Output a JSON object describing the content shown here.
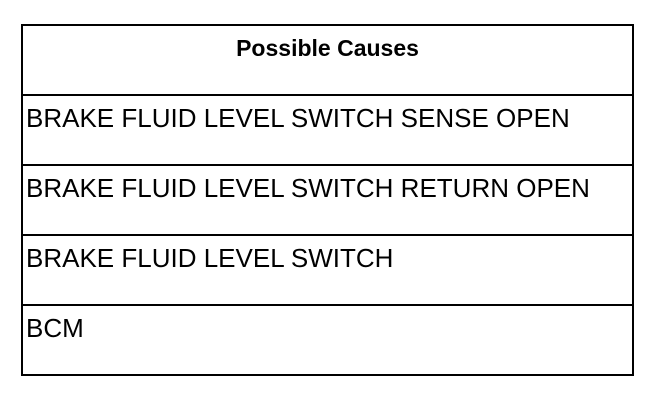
{
  "table": {
    "header": "Possible Causes",
    "rows": [
      "BRAKE FLUID LEVEL SWITCH SENSE OPEN",
      "BRAKE FLUID LEVEL SWITCH RETURN OPEN",
      "BRAKE FLUID LEVEL SWITCH",
      "BCM"
    ]
  }
}
